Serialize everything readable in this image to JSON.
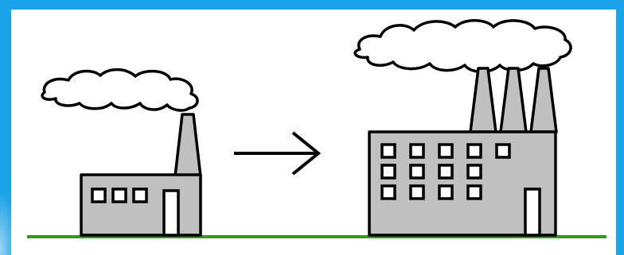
{
  "colors": {
    "frame_blue": "#1aa3e8",
    "frame_light": "#8fd6f7",
    "canvas": "#ffffff",
    "building_fill": "#c0c0c0",
    "outline": "#000000",
    "smoke_fill": "#ffffff",
    "ground": "#2e9a16",
    "window_fill": "#ffffff"
  },
  "icons": {
    "small_factory": "factory-icon",
    "large_factory": "factory-icon",
    "arrow": "arrow-right-icon",
    "smoke": "smoke-cloud-icon"
  },
  "diagram": {
    "small_factory": {
      "chimneys": 1,
      "window_rows": 1,
      "window_cols": 3,
      "doors": 1
    },
    "large_factory": {
      "chimneys": 3,
      "window_rows": 3,
      "window_cols": 5,
      "doors": 1
    }
  }
}
